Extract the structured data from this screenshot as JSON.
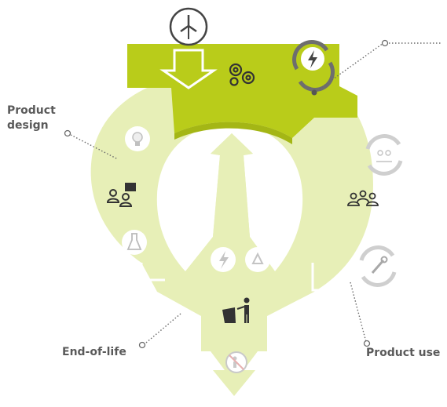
{
  "labels": {
    "product_design": "Product design",
    "end_of_life": "End-of-life",
    "product_use": "Product use"
  },
  "colors": {
    "ring_light": "#e7efb7",
    "ring_mid": "#d9e69a",
    "band_accent": "#b9cc1a",
    "icon_dark": "#333333",
    "icon_muted": "#bdbdbd",
    "text": "#5a5a5a"
  },
  "icons": {
    "top_input": "wind-turbine-icon",
    "top_process": "gears-icon",
    "top_cycle": "cycle-energy-icon",
    "design_1": "lightbulb-icon",
    "design_2": "team-discussion-icon",
    "design_3": "lab-flask-icon",
    "use_1": "cycle-people-icon",
    "use_2": "user-group-icon",
    "use_3": "cycle-maintenance-icon",
    "center_1": "energy-bolt-icon",
    "center_2": "recycle-icon",
    "eol_1": "waste-disposal-icon",
    "eol_2": "no-littering-icon"
  }
}
